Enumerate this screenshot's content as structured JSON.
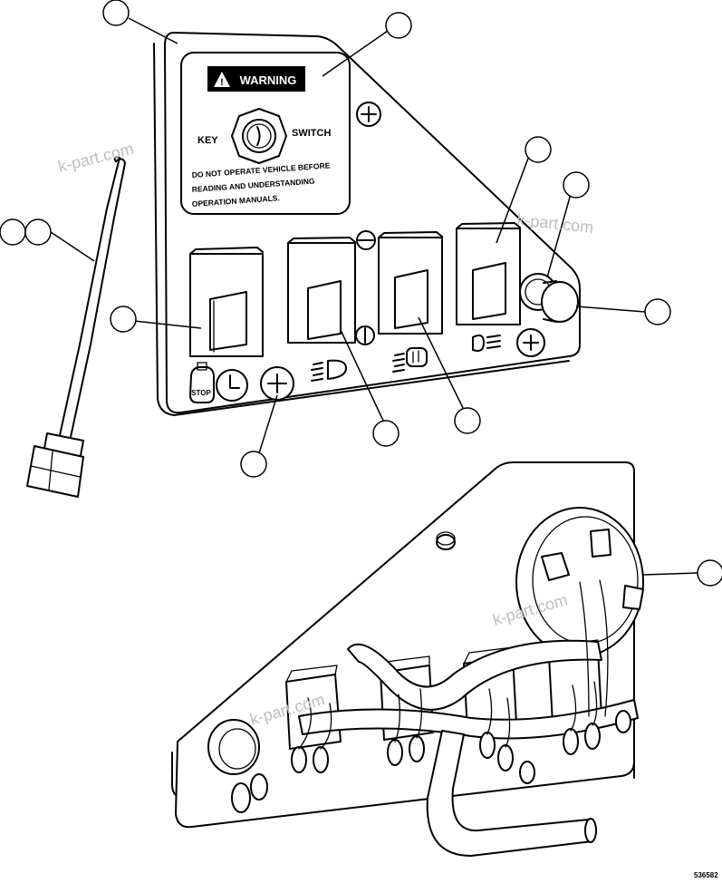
{
  "panel_label": {
    "warning_title": "WARNING",
    "key_left": "KEY",
    "key_right": "SWITCH",
    "notice_lines": [
      "DO NOT OPERATE VEHICLE BEFORE",
      "READING AND UNDERSTANDING",
      "OPERATION MANUALS."
    ]
  },
  "icons": {
    "stop_text": "STOP"
  },
  "watermark": "k-part.com",
  "figure_code": "536582"
}
